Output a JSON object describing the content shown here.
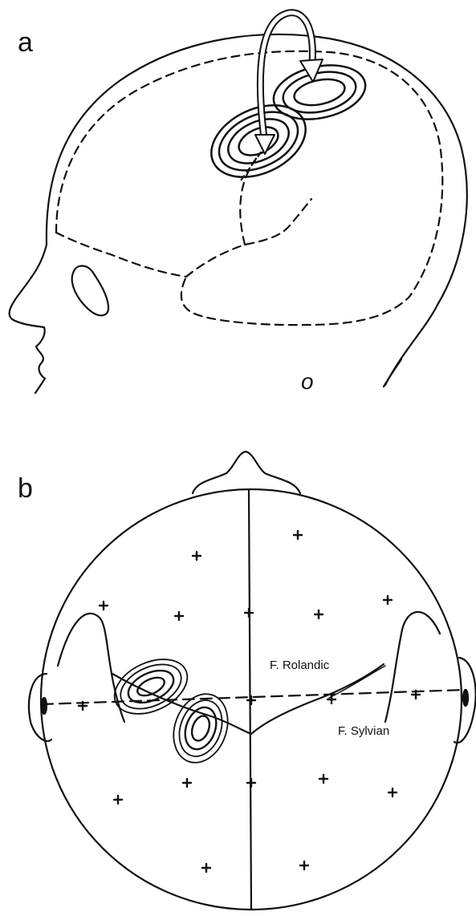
{
  "panels": {
    "a": {
      "label": "a",
      "annotation": "o"
    },
    "b": {
      "label": "b",
      "rolandic_label": "F. Rolandic",
      "sylvian_label": "F. Sylvian"
    }
  },
  "colors": {
    "ink": "#111111",
    "background": "#ffffff"
  }
}
